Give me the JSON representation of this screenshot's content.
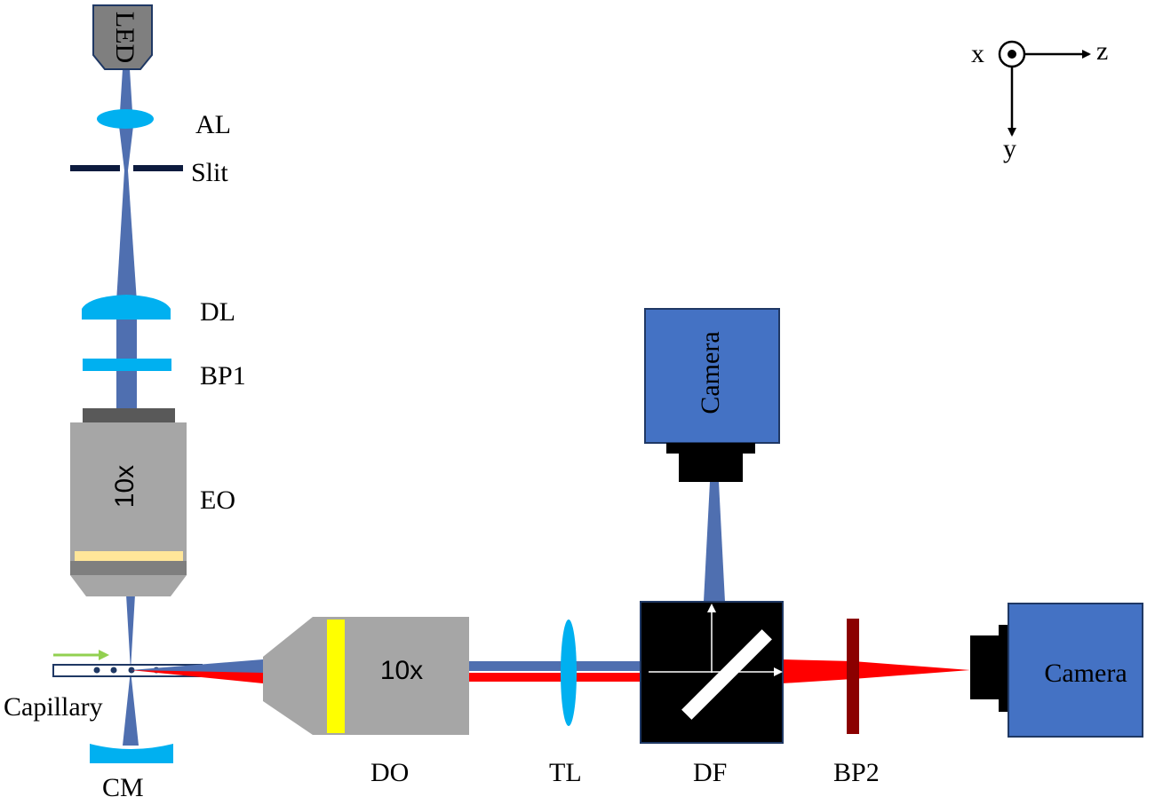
{
  "labels": {
    "led": "LED",
    "al": "AL",
    "slit": "Slit",
    "dl": "DL",
    "bp1": "BP1",
    "eo": "EO",
    "eo_mag": "10x",
    "capillary": "Capillary",
    "cm": "CM",
    "do": "DO",
    "do_mag": "10x",
    "tl": "TL",
    "df": "DF",
    "bp2": "BP2",
    "camera_top": "Camera",
    "camera_right": "Camera"
  },
  "axes": {
    "x": "x",
    "y": "y",
    "z": "z"
  },
  "colors": {
    "lens_blue": "#00b0f0",
    "beam_blue": "#4f6fb0",
    "laser_red": "#ff0000",
    "objective_gray": "#a6a6a6",
    "objective_dark": "#595959",
    "camera_blue": "#4472c4",
    "filter_dark_red": "#8b0000",
    "flow_arrow_green": "#92d050",
    "eo_filter_strip": "#ffe699",
    "do_filter_strip": "#ffff00"
  }
}
